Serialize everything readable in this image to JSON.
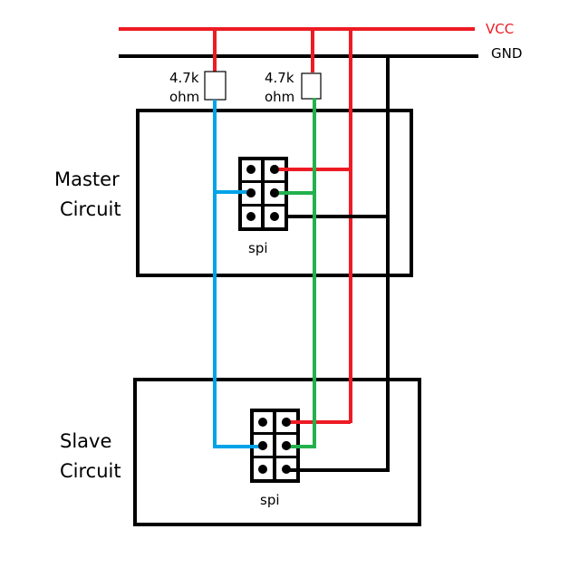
{
  "rails": {
    "vcc": {
      "label": "VCC",
      "color": "#ed1c24"
    },
    "gnd": {
      "label": "GND",
      "color": "#000000"
    }
  },
  "resistors": [
    {
      "value": "4.7k",
      "unit": "ohm"
    },
    {
      "value": "4.7k",
      "unit": "ohm"
    }
  ],
  "master": {
    "title_line1": "Master",
    "title_line2": "Circuit",
    "header_label": "spi"
  },
  "slave": {
    "title_line1": "Slave",
    "title_line2": "Circuit",
    "header_label": "spi"
  },
  "wire_colors": {
    "clock": "#00a2e8",
    "data": "#22b14c"
  }
}
